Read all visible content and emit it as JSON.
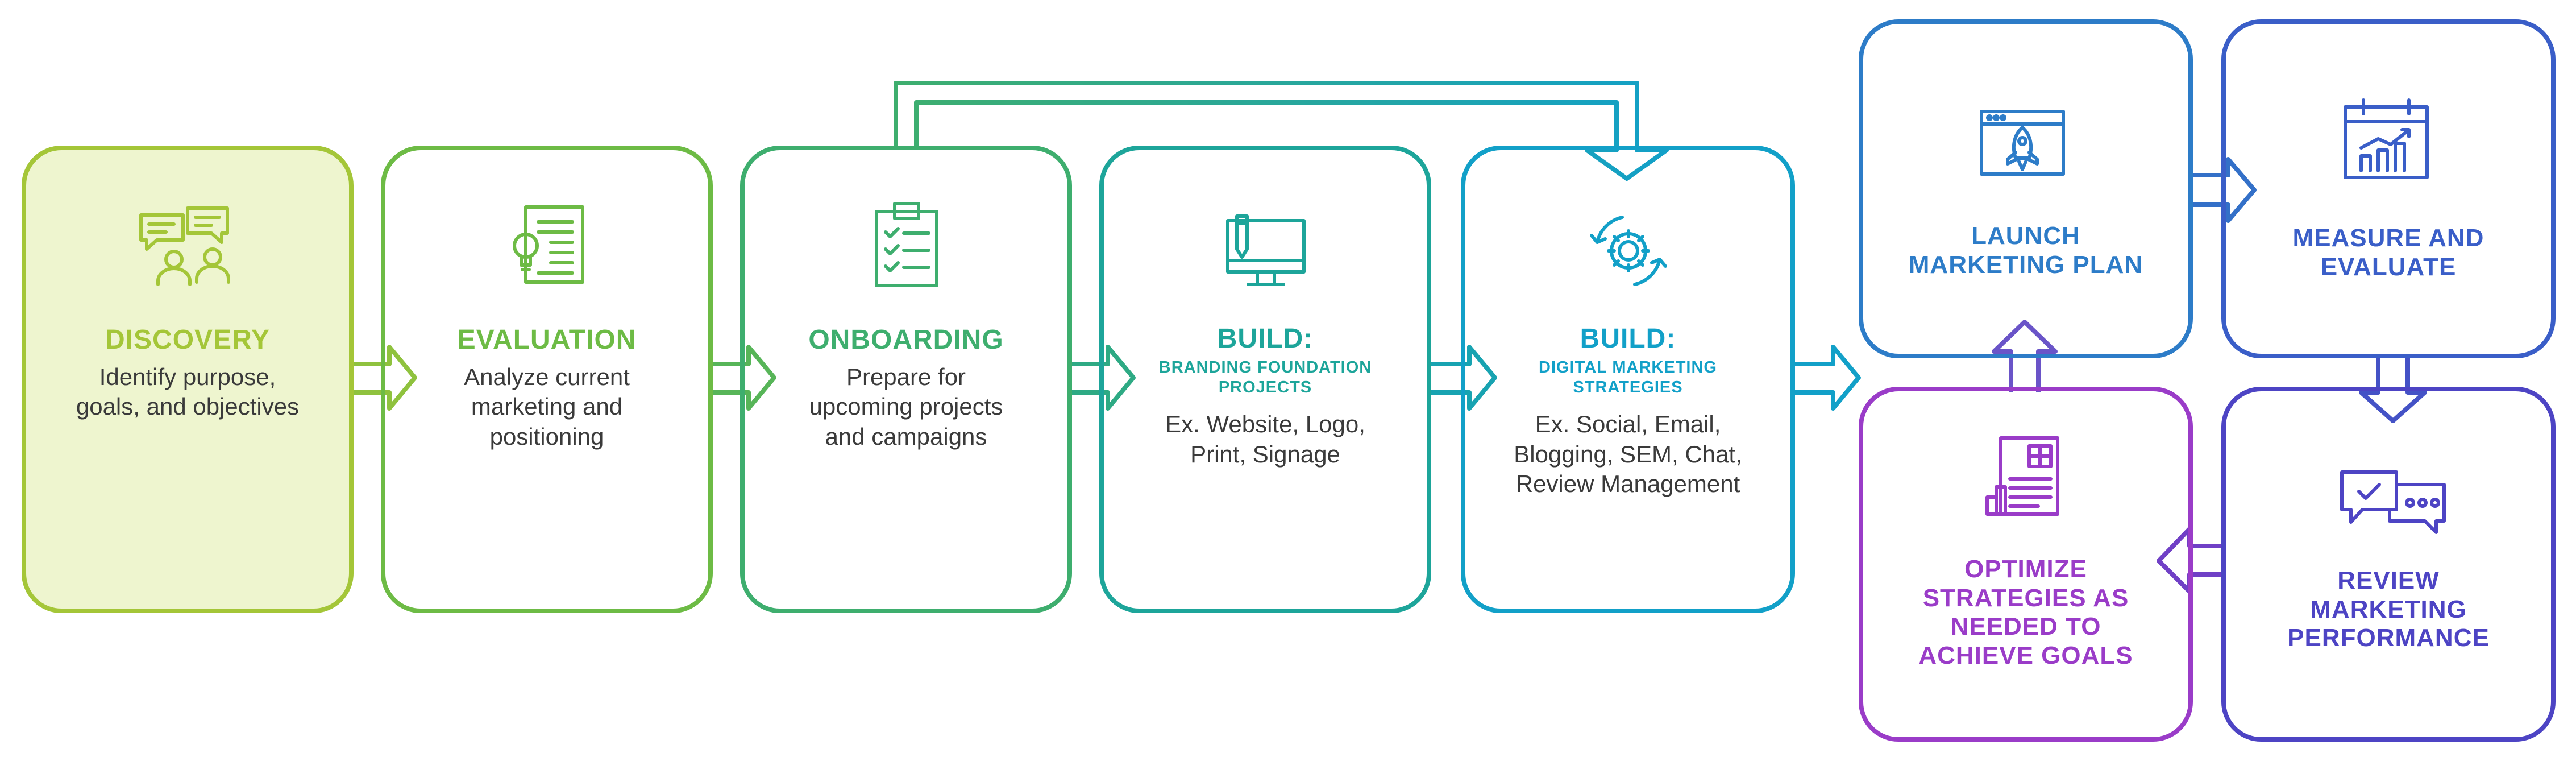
{
  "steps": [
    {
      "title": "DISCOVERY",
      "desc": "Identify purpose,\ngoals, and objectives",
      "color": "#a4c638",
      "fill": "#eef5cf",
      "icon": "chat-people-icon"
    },
    {
      "title": "EVALUATION",
      "desc": "Analyze current\nmarketing and\npositioning",
      "color": "#6dbb45",
      "icon": "document-lightbulb-icon"
    },
    {
      "title": "ONBOARDING",
      "desc": "Prepare for\nupcoming projects\nand campaigns",
      "color": "#3eae6e",
      "icon": "clipboard-checklist-icon"
    },
    {
      "title": "BUILD:",
      "subtitle": "BRANDING FOUNDATION\nPROJECTS",
      "desc": "Ex. Website, Logo,\nPrint, Signage",
      "color": "#1da59a",
      "icon": "monitor-pencil-icon"
    },
    {
      "title": "BUILD:",
      "subtitle": "DIGITAL MARKETING\nSTRATEGIES",
      "desc": "Ex. Social, Email,\nBlogging, SEM, Chat,\nReview Management",
      "color": "#12a0c8",
      "icon": "gear-cycle-icon"
    }
  ],
  "cycle": [
    {
      "title": "LAUNCH\nMARKETING PLAN",
      "color": "#2d7cc8",
      "icon": "rocket-browser-icon"
    },
    {
      "title": "MEASURE AND\nEVALUATE",
      "color": "#3a5ec8",
      "icon": "calendar-chart-icon"
    },
    {
      "title": "REVIEW\nMARKETING\nPERFORMANCE",
      "color": "#4d44c4",
      "icon": "chat-review-icon"
    },
    {
      "title": "OPTIMIZE\nSTRATEGIES AS\nNEEDED TO\nACHIEVE GOALS",
      "color": "#9a3cc8",
      "icon": "report-chart-icon"
    }
  ]
}
